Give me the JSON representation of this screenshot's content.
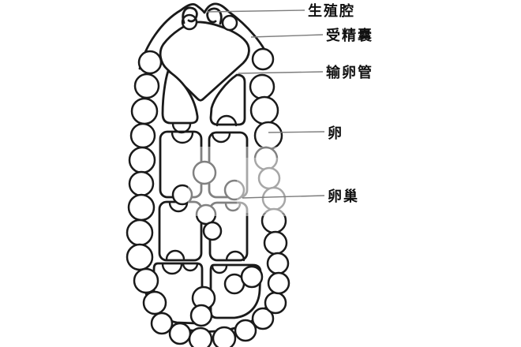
{
  "diagram": {
    "kind": "anatomy-line-drawing",
    "background": "#ffffff",
    "outline_color": "#1a1a1a",
    "leader_line_color": "#7d7d7d",
    "label_color": "#111111",
    "labels": [
      {
        "id": "genital-atrium",
        "text": "生殖腔"
      },
      {
        "id": "seminal-receptacle",
        "text": "受精囊"
      },
      {
        "id": "oviduct",
        "text": "输卵管"
      },
      {
        "id": "egg",
        "text": "卵"
      },
      {
        "id": "ovary",
        "text": "卵巢"
      }
    ]
  }
}
